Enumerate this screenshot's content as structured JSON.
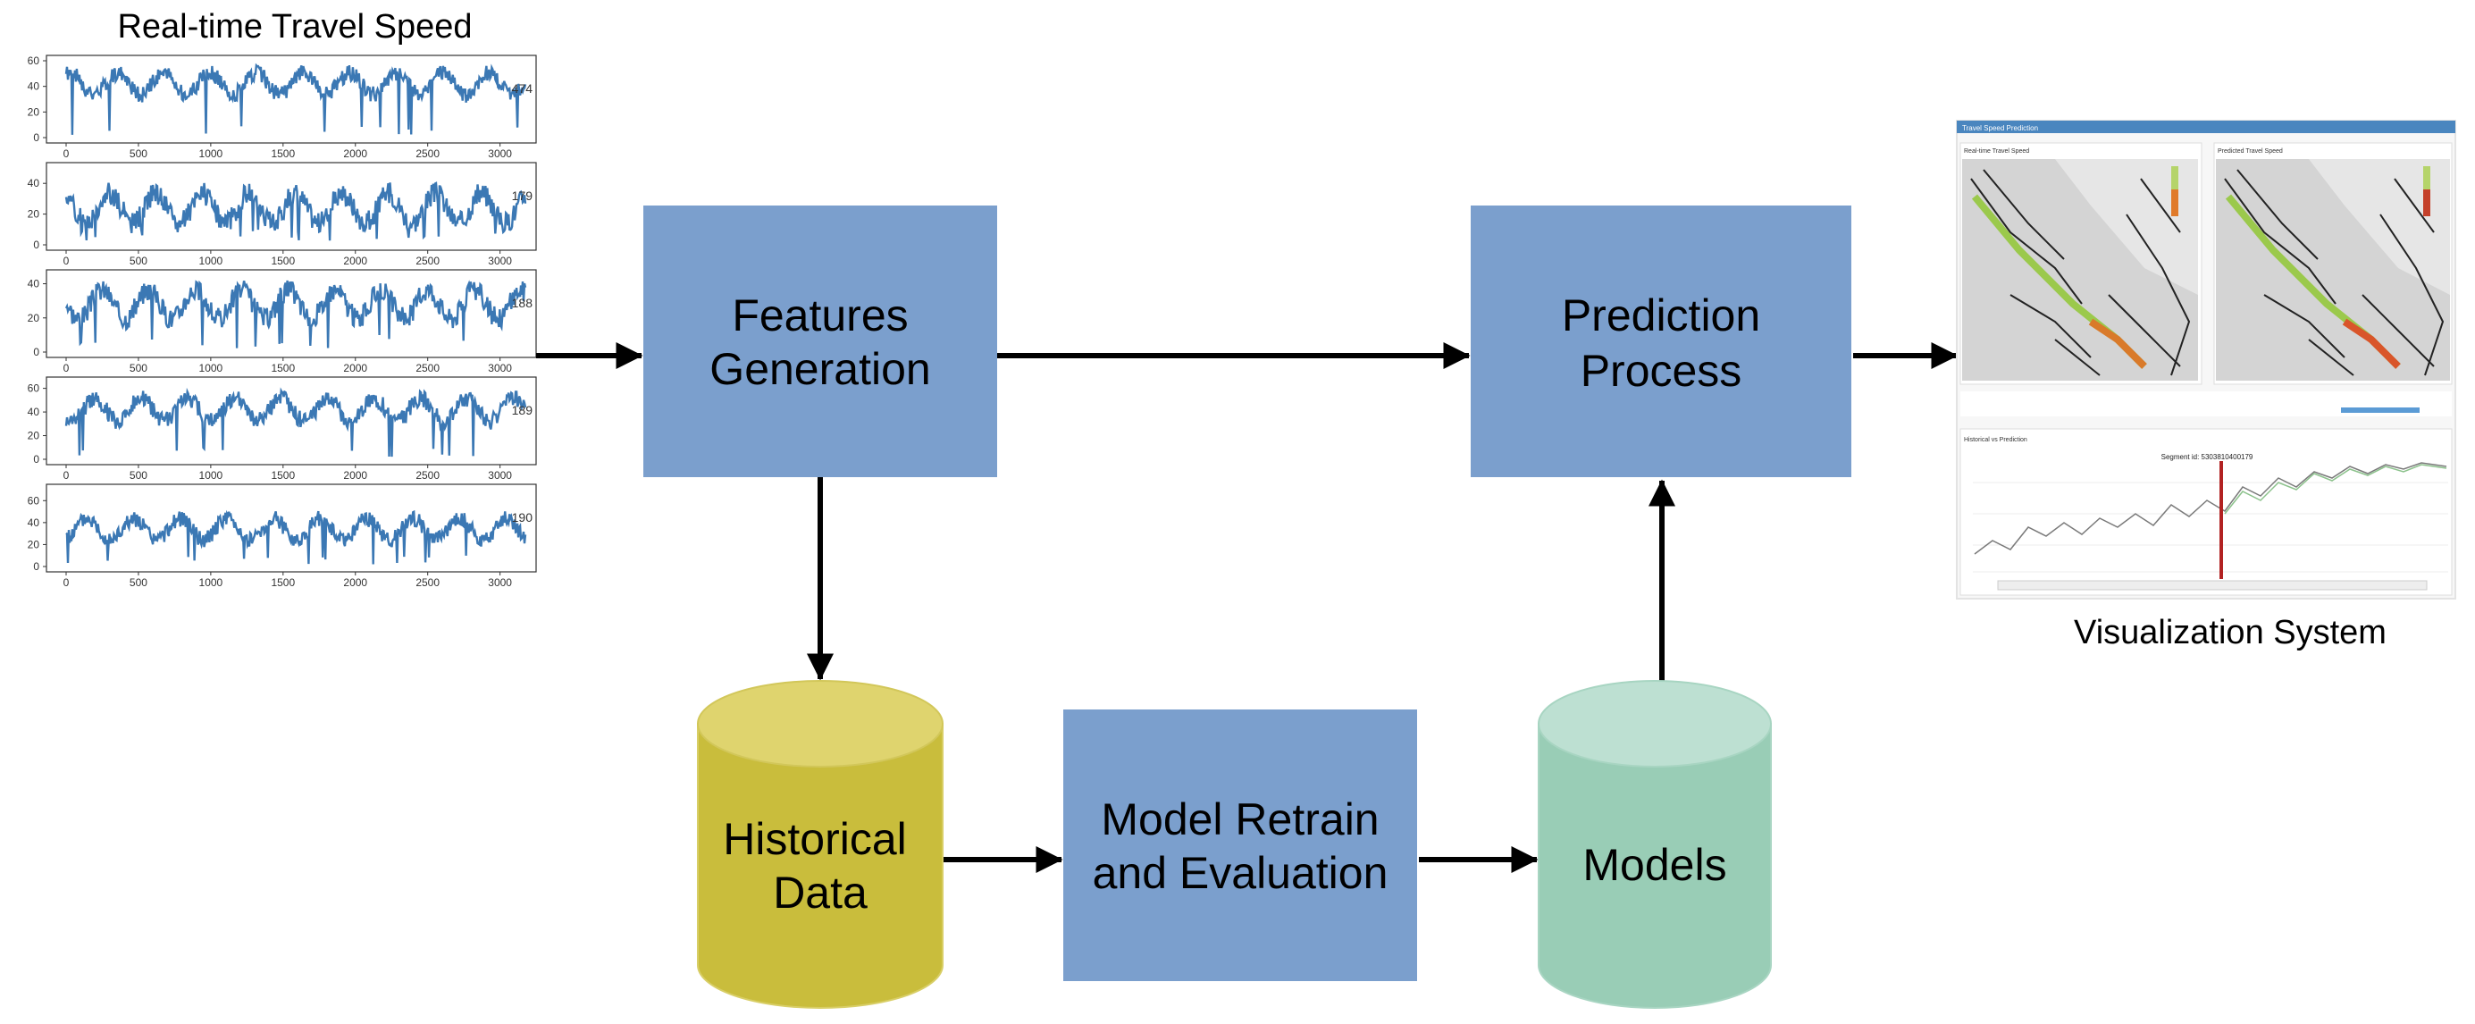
{
  "left_panel": {
    "title": "Real-time Travel Speed",
    "series": [
      {
        "label": "474",
        "y_ticks": [
          "0",
          "20",
          "40",
          "60"
        ],
        "y_max": 60,
        "base": 42,
        "amp": 14,
        "seed": 1
      },
      {
        "label": "179",
        "y_ticks": [
          "0",
          "20",
          "40"
        ],
        "y_max": 50,
        "base": 24,
        "amp": 16,
        "seed": 2
      },
      {
        "label": "188",
        "y_ticks": [
          "0",
          "20",
          "40"
        ],
        "y_max": 45,
        "base": 28,
        "amp": 14,
        "seed": 3
      },
      {
        "label": "189",
        "y_ticks": [
          "0",
          "20",
          "40",
          "60"
        ],
        "y_max": 65,
        "base": 42,
        "amp": 16,
        "seed": 4
      },
      {
        "label": "190",
        "y_ticks": [
          "0",
          "20",
          "40",
          "60"
        ],
        "y_max": 70,
        "base": 34,
        "amp": 16,
        "seed": 5
      }
    ],
    "x_ticks": [
      "0",
      "500",
      "1000",
      "1500",
      "2000",
      "2500",
      "3000"
    ],
    "x_max": 3200,
    "line_color": "#3b78b4"
  },
  "boxes": {
    "features": {
      "line1": "Features",
      "line2": "Generation"
    },
    "prediction": {
      "line1": "Prediction",
      "line2": "Process"
    },
    "retrain": {
      "line1": "Model Retrain",
      "line2": "and Evaluation"
    }
  },
  "cylinders": {
    "historical": {
      "line1": "Historical",
      "line2": "Data"
    },
    "models": {
      "line1": "Models"
    }
  },
  "visualization": {
    "caption": "Visualization System",
    "header_title": "Travel Speed Prediction",
    "map_left_title": "Real-time Travel Speed",
    "map_right_title": "Predicted Travel Speed",
    "chart_title": "Historical vs Prediction",
    "segment_label": "Segment id: 5303810400179"
  },
  "colors": {
    "box_fill": "#7b9fcd",
    "historical_fill": "#c9bd3c",
    "historical_top": "#dfd46e",
    "models_fill": "#99cdb6",
    "models_top": "#bde0d2",
    "arrow": "#000000"
  }
}
